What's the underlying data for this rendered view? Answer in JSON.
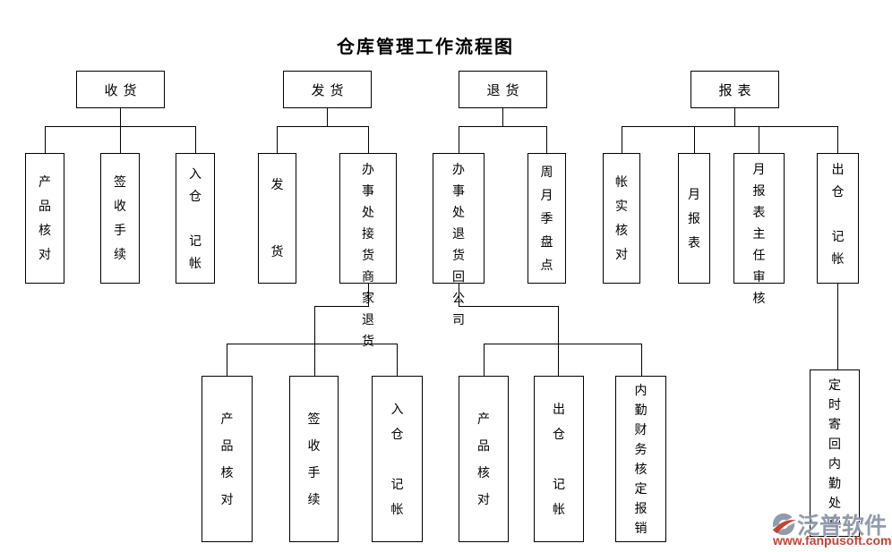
{
  "title": {
    "text": "仓库管理工作流程图",
    "color": "#000000"
  },
  "colors": {
    "line": "#000000",
    "box_border": "#000000",
    "box_bg": "#FFFFFF",
    "canvas_bg": "#FFFFFF"
  },
  "flowchart": {
    "nodes": [
      {
        "id": "receiving",
        "label": "收货"
      },
      {
        "id": "shipping",
        "label": "发货"
      },
      {
        "id": "returns",
        "label": "退货"
      },
      {
        "id": "reports",
        "label": "报表"
      },
      {
        "id": "product-check-1",
        "label": "产\n品\n核\n对"
      },
      {
        "id": "sign-procedure-1",
        "label": "签\n收\n手\n续"
      },
      {
        "id": "warehouse-in-ledger-1",
        "label": "入\n仓\n\n记\n帐"
      },
      {
        "id": "ship-goods",
        "label": "发\n\n\n货"
      },
      {
        "id": "office-receive-merchant-returns",
        "label": "办事\n处接\n货商\n家退\n货"
      },
      {
        "id": "office-return-to-company",
        "label": "办事\n处退\n货回\n公司"
      },
      {
        "id": "periodic-stocktake",
        "label": "周\n月\n季\n盘\n点"
      },
      {
        "id": "account-physical-check",
        "label": "帐\n实\n核\n对"
      },
      {
        "id": "monthly-report",
        "label": "月\n报\n表"
      },
      {
        "id": "monthly-report-director-review",
        "label": "月报\n表主\n任审\n核"
      },
      {
        "id": "warehouse-out-ledger-1",
        "label": "出\n仓\n\n记\n帐"
      },
      {
        "id": "product-check-2",
        "label": "产\n品\n核\n对"
      },
      {
        "id": "sign-procedure-2",
        "label": "签\n收\n手\n续"
      },
      {
        "id": "warehouse-in-ledger-2",
        "label": "入\n仓\n\n记\n帐"
      },
      {
        "id": "product-check-3",
        "label": "产\n品\n核\n对"
      },
      {
        "id": "warehouse-out-ledger-2",
        "label": "出\n仓\n\n记\n帐"
      },
      {
        "id": "internal-finance-reimbursement",
        "label": "内\n勤\n财\n务\n核\n定\n报\n销"
      },
      {
        "id": "scheduled-send-internal-processing",
        "label": "定\n时\n寄\n回\n内\n勤\n处\n理"
      }
    ],
    "hierarchy": [
      {
        "label": "收货",
        "children": [
          {
            "label": "产品核对"
          },
          {
            "label": "签收手续"
          },
          {
            "label": "入仓 记帐"
          }
        ]
      },
      {
        "label": "发货",
        "children": [
          {
            "label": "发货"
          },
          {
            "label": "办事处接货商家退货",
            "children": [
              {
                "label": "产品核对"
              },
              {
                "label": "签收手续"
              },
              {
                "label": "入仓 记帐"
              }
            ]
          }
        ]
      },
      {
        "label": "退货",
        "children": [
          {
            "label": "办事处退货回公司",
            "children": [
              {
                "label": "产品核对"
              },
              {
                "label": "出仓 记帐"
              },
              {
                "label": "内勤财务核定报销"
              }
            ]
          },
          {
            "label": "周月季盘点"
          }
        ]
      },
      {
        "label": "报表",
        "children": [
          {
            "label": "帐实核对"
          },
          {
            "label": "月报表"
          },
          {
            "label": "月报表主任审核"
          },
          {
            "label": "出仓 记帐",
            "children": [
              {
                "label": "定时寄回内勤处理"
              }
            ]
          }
        ]
      }
    ]
  },
  "watermark": {
    "brand": "泛普软件",
    "url": "www.fanpusoft.com",
    "brand_color": "#8C96A8",
    "url_color": "#C0392B",
    "logo": "fanpu-swoosh-logo"
  }
}
